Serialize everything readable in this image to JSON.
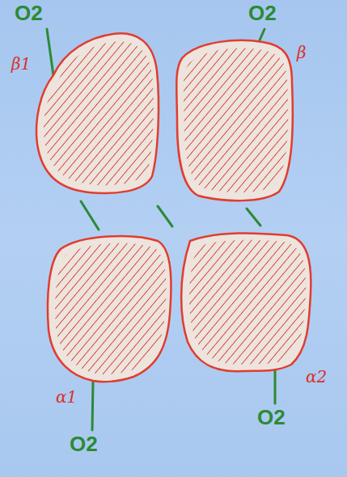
{
  "diagram": {
    "nodes": [
      {
        "text": [
          "O2"
        ]
      },
      {
        "text": [
          "O2"
        ]
      },
      {
        "text": [
          "β1"
        ]
      },
      {
        "text": [
          "β"
        ]
      },
      {
        "text": [
          "α1"
        ]
      },
      {
        "text": [
          "α2"
        ]
      },
      {
        "text": [
          "O2"
        ]
      },
      {
        "text": [
          "O2"
        ]
      }
    ],
    "edges": [
      {
        "from": 0,
        "to": 2,
        "arrow": "none"
      },
      {
        "from": 1,
        "to": 3,
        "arrow": "none"
      },
      {
        "from": 2,
        "to": 4,
        "arrow": "none"
      },
      {
        "from": 3,
        "to": 5,
        "arrow": "none"
      },
      {
        "from": 6,
        "to": 4,
        "arrow": "none"
      },
      {
        "from": 7,
        "to": 5,
        "arrow": "none"
      }
    ]
  }
}
